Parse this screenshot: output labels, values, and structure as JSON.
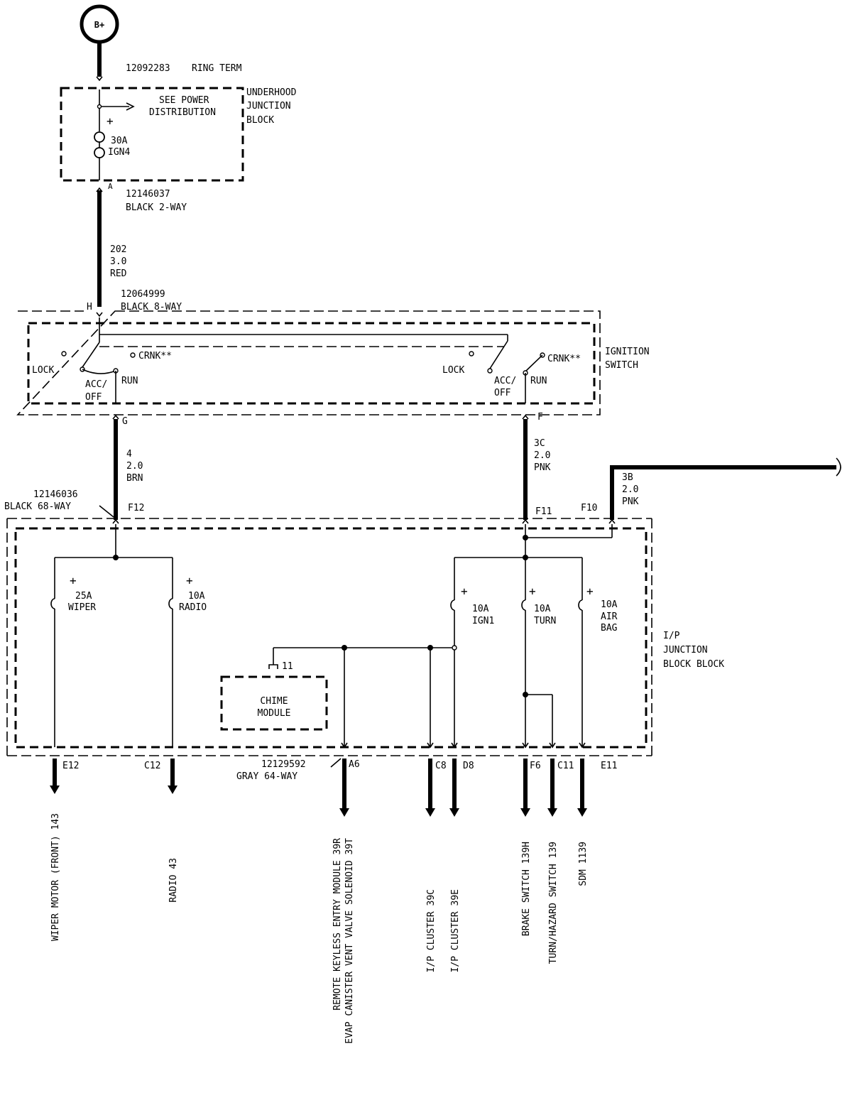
{
  "battery": {
    "label": "B+"
  },
  "ring_term": {
    "part": "12092283",
    "name": "RING TERM"
  },
  "underhood_block": {
    "label_lines": [
      "UNDERHOOD",
      "JUNCTION",
      "BLOCK"
    ],
    "note_lines": [
      "SEE POWER",
      "DISTRIBUTION"
    ],
    "fuse": {
      "rating": "30A",
      "name": "IGN4"
    },
    "plus": "+",
    "pin": "A"
  },
  "conn_2way": {
    "part": "12146037",
    "name": "BLACK 2-WAY"
  },
  "wire_202": {
    "circuit": "202",
    "gauge": "3.0",
    "color": "RED"
  },
  "conn_8way": {
    "part": "12064999",
    "name": "BLACK 8-WAY",
    "pin": "H"
  },
  "ignition_switch": {
    "label_lines": [
      "IGNITION",
      "SWITCH"
    ],
    "lock": "LOCK",
    "crnk": "CRNK**",
    "acc_off": [
      "ACC/",
      "OFF"
    ],
    "run": "RUN",
    "pin_left": "G",
    "pin_right": "F"
  },
  "wire_4": {
    "circuit": "4",
    "gauge": "2.0",
    "color": "BRN"
  },
  "wire_3c": {
    "circuit": "3C",
    "gauge": "2.0",
    "color": "PNK"
  },
  "wire_3b": {
    "circuit": "3B",
    "gauge": "2.0",
    "color": "PNK"
  },
  "conn_68way": {
    "part": "12146036",
    "name": "BLACK 68-WAY"
  },
  "pins_top": {
    "f12": "F12",
    "f11": "F11",
    "f10": "F10"
  },
  "ip_block": {
    "label_lines": [
      "I/P",
      "JUNCTION",
      "BLOCK BLOCK"
    ],
    "fuses": [
      {
        "rating": "25A",
        "name": "WIPER"
      },
      {
        "rating": "10A",
        "name": "RADIO"
      },
      {
        "rating": "10A",
        "name": "IGN1"
      },
      {
        "rating": "10A",
        "name": "TURN"
      },
      {
        "rating": "10A",
        "name": "AIR",
        "name2": "BAG"
      }
    ],
    "plus": "+",
    "chime": {
      "lines": [
        "CHIME",
        "MODULE"
      ],
      "pin": "11"
    }
  },
  "conn_64way": {
    "part": "12129592",
    "name": "GRAY 64-WAY"
  },
  "pins_bottom": [
    "E12",
    "C12",
    "A6",
    "C8",
    "D8",
    "F6",
    "C11",
    "E11"
  ],
  "outputs": [
    {
      "lines": [
        "WIPER MOTOR (FRONT) 143"
      ]
    },
    {
      "lines": [
        "RADIO 43"
      ]
    },
    {
      "lines": [
        "REMOTE KEYLESS ENTRY MODULE 39R",
        "EVAP CANISTER VENT VALVE SOLENOID 39T"
      ]
    },
    {
      "lines": [
        "I/P CLUSTER 39C"
      ]
    },
    {
      "lines": [
        "I/P CLUSTER 39E"
      ]
    },
    {
      "lines": [
        "BRAKE SWITCH 139H"
      ]
    },
    {
      "lines": [
        "TURN/HAZARD SWITCH 139"
      ]
    },
    {
      "lines": [
        "SDM 1139"
      ]
    }
  ]
}
